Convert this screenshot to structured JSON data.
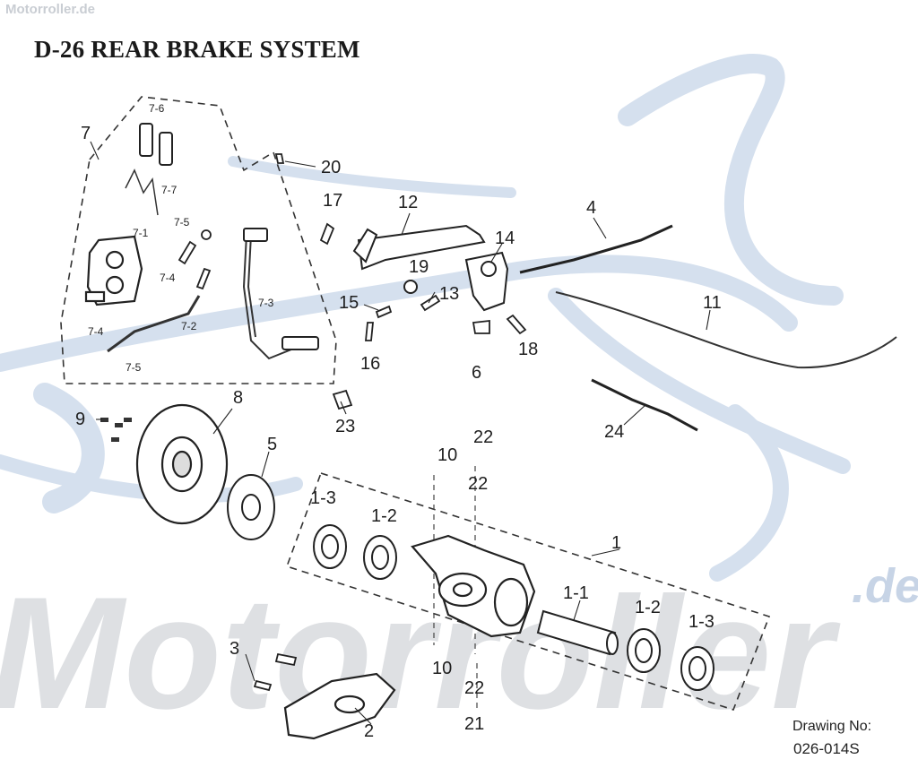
{
  "watermark": {
    "site_text": "Motorroller.de",
    "logo_text": "Motorroller",
    "logo_suffix": ".de"
  },
  "header": {
    "title": "D-26 REAR BRAKE SYSTEM"
  },
  "footer": {
    "drawing_label": "Drawing No:",
    "drawing_number": "026-014S"
  },
  "colors": {
    "ink": "#1f1f1f",
    "watermark": "#c7d4e6",
    "watermark_gray": "#d3d6da"
  },
  "callouts": [
    "7",
    "7-6",
    "7-7",
    "7-5",
    "7-1",
    "7-4",
    "7-2",
    "7-3",
    "7-4",
    "7-5",
    "20",
    "17",
    "12",
    "4",
    "14",
    "19",
    "13",
    "15",
    "16",
    "11",
    "6",
    "18",
    "8",
    "9",
    "5",
    "23",
    "24",
    "22",
    "10",
    "22",
    "1-3",
    "1-2",
    "1",
    "1-1",
    "1-2",
    "1-3",
    "3",
    "10",
    "22",
    "2",
    "21"
  ]
}
